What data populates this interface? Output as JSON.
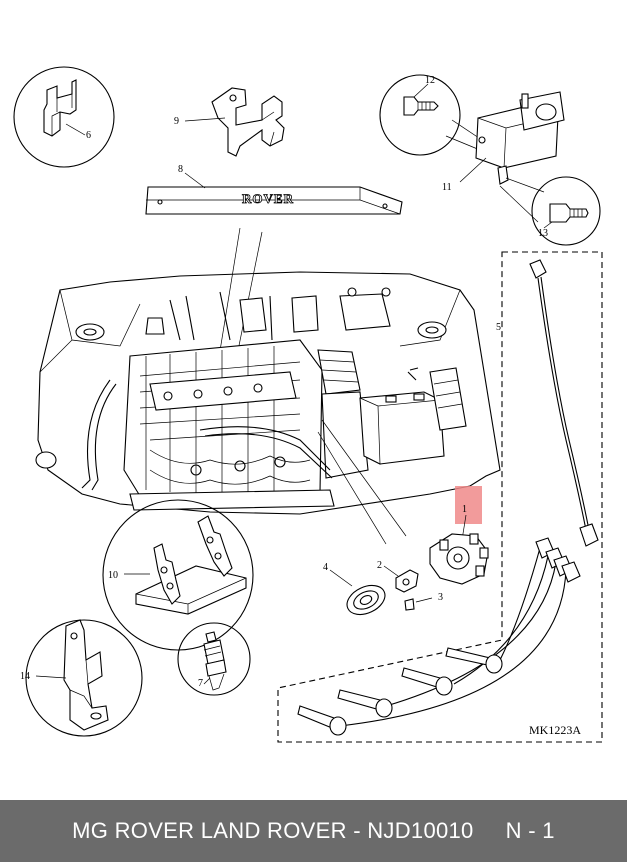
{
  "diagram": {
    "brand_plate_text": "ROVER",
    "reference_code": "MK1223A",
    "highlight_color": "#f08a8a",
    "callouts": {
      "c1": "1",
      "c2": "2",
      "c3": "3",
      "c4": "4",
      "c5": "5",
      "c6": "6",
      "c7": "7",
      "c8": "8",
      "c9": "9",
      "c10": "10",
      "c11": "11",
      "c12": "12",
      "c13": "13",
      "c14": "14"
    }
  },
  "footer": {
    "text": "MG ROVER LAND ROVER - NJD10010     N - 1",
    "background": "#6b6b6b"
  }
}
